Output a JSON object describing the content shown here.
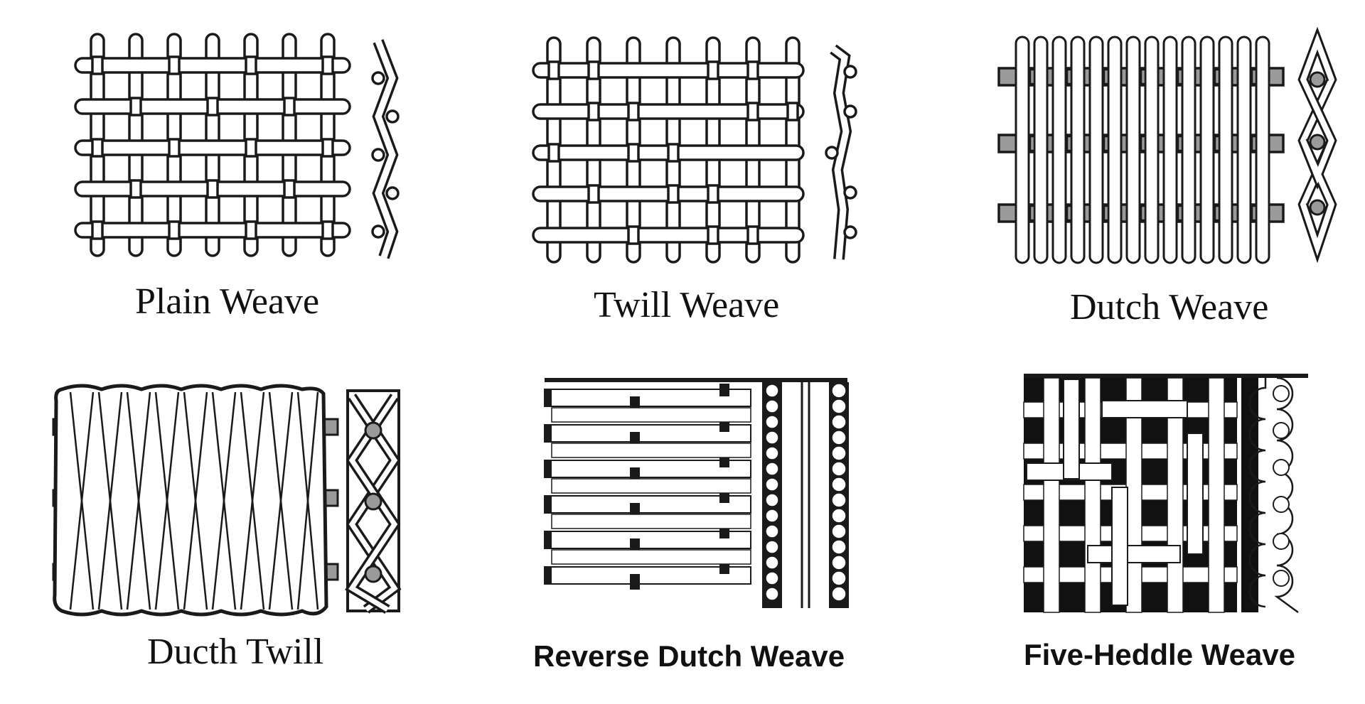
{
  "diagrams": [
    {
      "key": "plain",
      "label": "Plain Weave"
    },
    {
      "key": "twill",
      "label": "Twill Weave"
    },
    {
      "key": "dutch",
      "label": "Dutch Weave"
    },
    {
      "key": "dutch_twill",
      "label": "Ducth Twill"
    },
    {
      "key": "reverse_dutch",
      "label": "Reverse Dutch Weave"
    },
    {
      "key": "five_heddle",
      "label": "Five-Heddle Weave"
    }
  ],
  "colors": {
    "stroke": "#1a1a1a",
    "fill": "#ffffff",
    "dark": "#111111",
    "grey": "#9a9a9a"
  }
}
